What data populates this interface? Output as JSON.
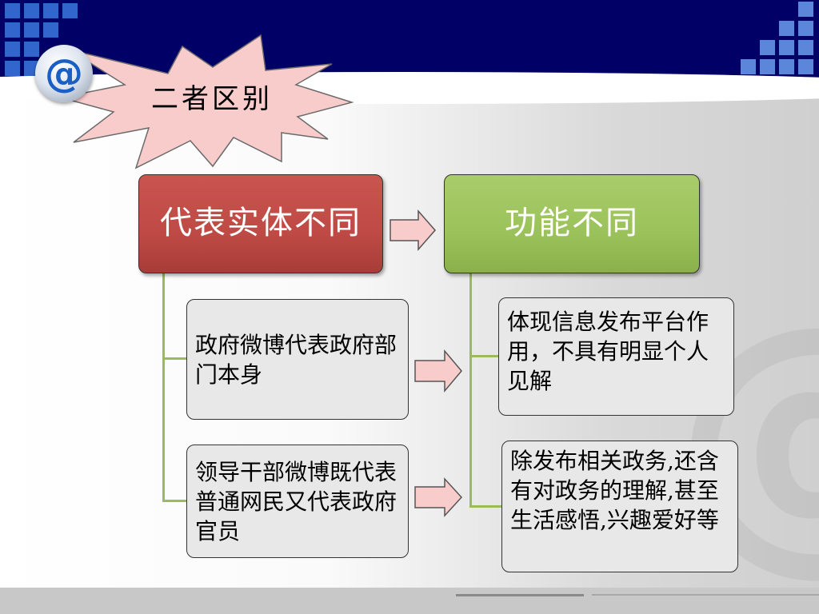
{
  "slide": {
    "burst_label": "二者区别",
    "logo_glyph": "@",
    "watermark_glyph": "@",
    "left_column": {
      "heading": "代表实体不同",
      "items": [
        "政府微博代表政府部门本身",
        "领导干部微博既代表普通网民又代表政府官员"
      ]
    },
    "right_column": {
      "heading": "功能不同",
      "items": [
        "体现信息发布平台作用，不具有明显个人见解",
        "除发布相关政务,还含有对政务的理解,甚至生活感悟,兴趣爱好等"
      ]
    }
  },
  "colors": {
    "header": "#000066",
    "left_heading": "#c0504d",
    "right_heading": "#9bbb59",
    "connector": "#9bbb59",
    "arrow_fill": "#f9cccc",
    "burst_fill": "#f9cccc",
    "leaf_fill": "#e8e8e8"
  },
  "icons": [
    "at-sign-icon",
    "right-arrow-icon"
  ]
}
